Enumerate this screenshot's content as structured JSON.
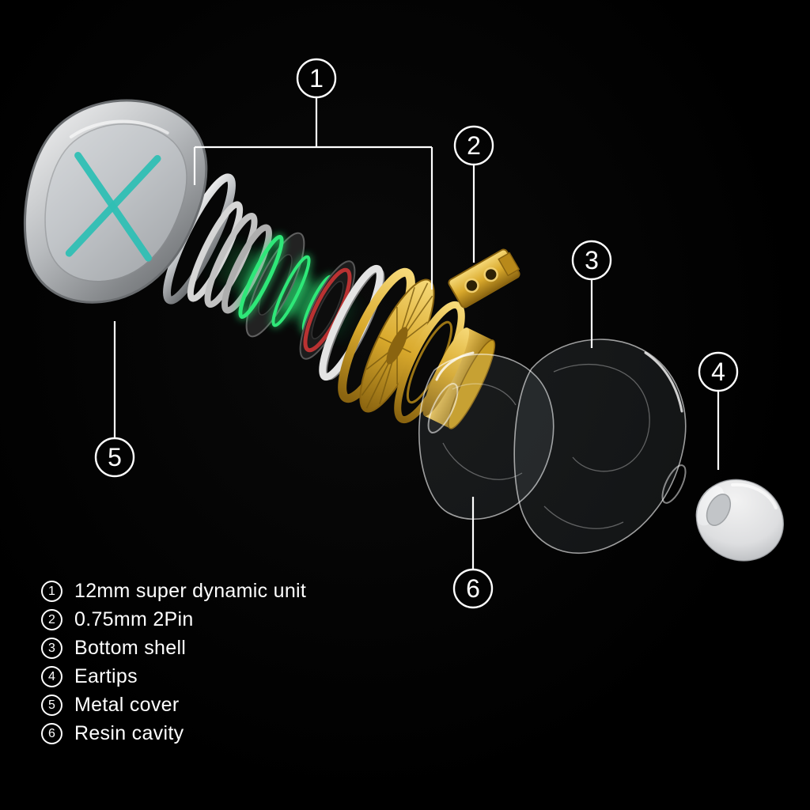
{
  "diagram": {
    "callouts": [
      {
        "num": "1",
        "label": "12mm super dynamic unit"
      },
      {
        "num": "2",
        "label": "0.75mm 2Pin"
      },
      {
        "num": "3",
        "label": "Bottom shell"
      },
      {
        "num": "4",
        "label": "Eartips"
      },
      {
        "num": "5",
        "label": "Metal cover"
      },
      {
        "num": "6",
        "label": "Resin cavity"
      }
    ],
    "colors": {
      "background": "#000000",
      "annotation_line": "#ffffff",
      "accent_teal": "#2fbfb4",
      "glow_green": "#2fe878",
      "gold": "#d9a92c",
      "silver": "#c8c8c8",
      "red_ring": "#c23434"
    }
  },
  "legend": {
    "items": [
      {
        "num": "1",
        "text": "12mm super dynamic unit"
      },
      {
        "num": "2",
        "text": "0.75mm 2Pin"
      },
      {
        "num": "3",
        "text": "Bottom shell"
      },
      {
        "num": "4",
        "text": "Eartips"
      },
      {
        "num": "5",
        "text": "Metal cover"
      },
      {
        "num": "6",
        "text": "Resin cavity"
      }
    ]
  }
}
